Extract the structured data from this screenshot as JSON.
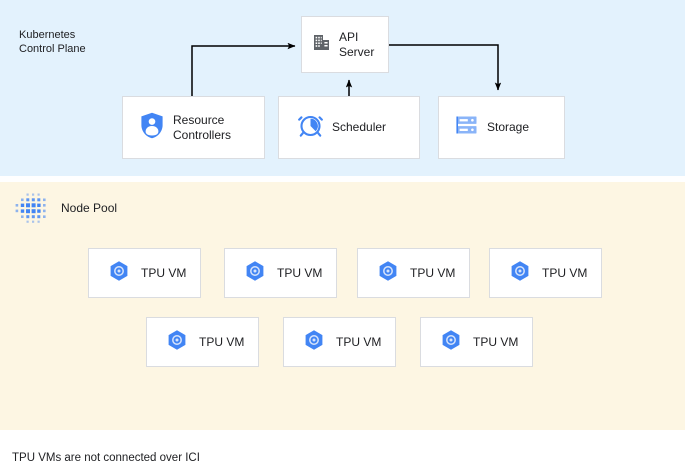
{
  "diagram": {
    "caption": "TPU VMs are not connected over ICI",
    "colors": {
      "control_plane_band": "#e3f2fd",
      "node_pool_band": "#fdf6e3",
      "accent_blue": "#4285f4",
      "box_border": "#dadce0",
      "text": "#202124",
      "connector": "#000000",
      "api_server_icon": "#5f6368"
    }
  },
  "control_plane": {
    "title": "Kubernetes\nControl Plane",
    "nodes": [
      {
        "id": "api-server",
        "label": "API\nServer",
        "icon": "building-icon"
      },
      {
        "id": "resource-controllers",
        "label": "Resource\nControllers",
        "icon": "shield-user-icon"
      },
      {
        "id": "scheduler",
        "label": "Scheduler",
        "icon": "alarm-clock-icon"
      },
      {
        "id": "storage",
        "label": "Storage",
        "icon": "server-rack-icon"
      }
    ],
    "connectors": [
      {
        "from": "resource-controllers",
        "to": "api-server"
      },
      {
        "from": "scheduler",
        "to": "api-server"
      },
      {
        "from": "api-server",
        "to": "storage"
      }
    ]
  },
  "node_pool": {
    "title": "Node Pool",
    "icon": "cluster-dots-icon",
    "rows": [
      {
        "vms": [
          {
            "label": "TPU VM",
            "icon": "tpu-hexagon-icon"
          },
          {
            "label": "TPU VM",
            "icon": "tpu-hexagon-icon"
          },
          {
            "label": "TPU VM",
            "icon": "tpu-hexagon-icon"
          },
          {
            "label": "TPU VM",
            "icon": "tpu-hexagon-icon"
          }
        ]
      },
      {
        "vms": [
          {
            "label": "TPU VM",
            "icon": "tpu-hexagon-icon"
          },
          {
            "label": "TPU VM",
            "icon": "tpu-hexagon-icon"
          },
          {
            "label": "TPU VM",
            "icon": "tpu-hexagon-icon"
          }
        ]
      }
    ]
  }
}
